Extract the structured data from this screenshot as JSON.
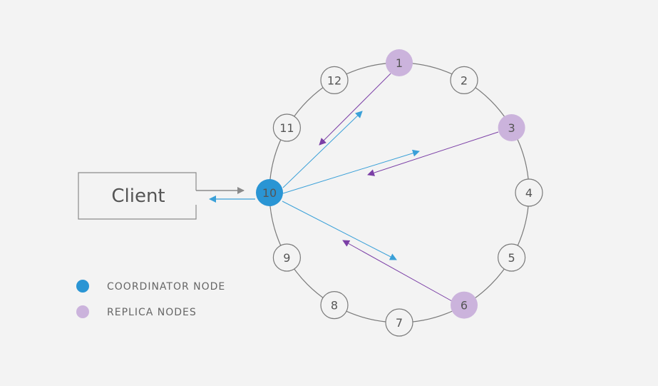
{
  "client": {
    "label": "Client"
  },
  "ring": {
    "nodes": [
      {
        "id": "1",
        "role": "replica"
      },
      {
        "id": "2",
        "role": "normal"
      },
      {
        "id": "3",
        "role": "replica"
      },
      {
        "id": "4",
        "role": "normal"
      },
      {
        "id": "5",
        "role": "normal"
      },
      {
        "id": "6",
        "role": "replica"
      },
      {
        "id": "7",
        "role": "normal"
      },
      {
        "id": "8",
        "role": "normal"
      },
      {
        "id": "9",
        "role": "normal"
      },
      {
        "id": "10",
        "role": "coordinator"
      },
      {
        "id": "11",
        "role": "normal"
      },
      {
        "id": "12",
        "role": "normal"
      }
    ]
  },
  "legend": {
    "coordinator_label": "COORDINATOR NODE",
    "replica_label": "REPLICA NODES"
  },
  "colors": {
    "background": "#f3f3f3",
    "coordinator": "#2a95d4",
    "replica": "#cbb3dc",
    "request_arrow": "#3aa0d8",
    "response_arrow": "#7b3fa6",
    "client_arrow": "#8a8a8a",
    "ring_line": "#7a7a7a"
  }
}
